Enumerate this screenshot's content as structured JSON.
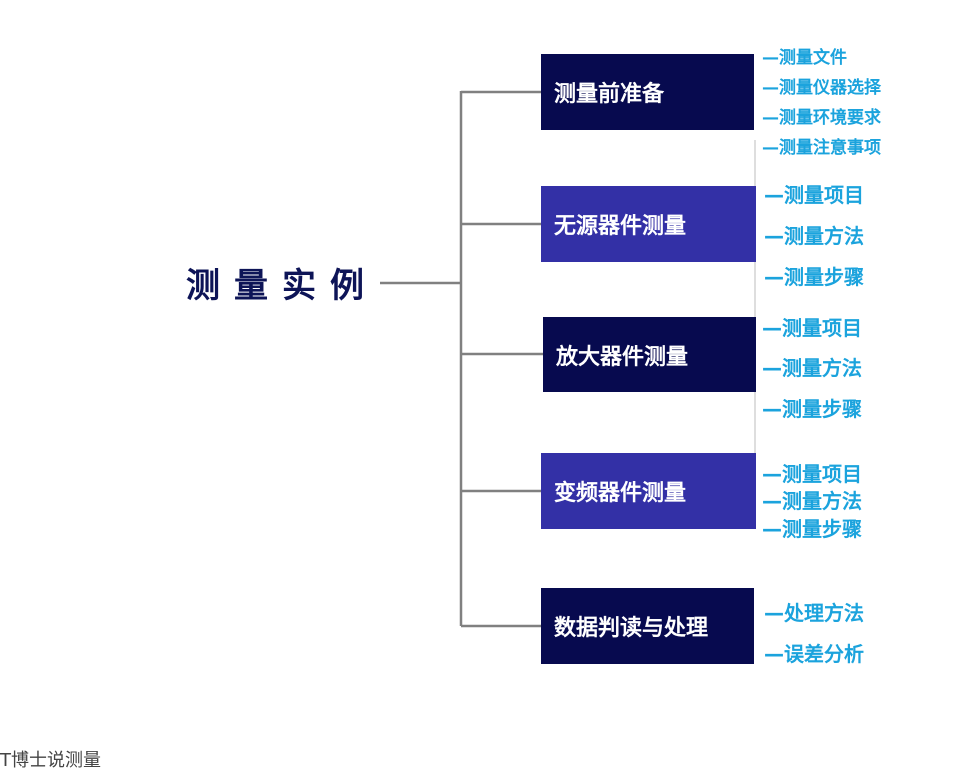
{
  "root": "测量实例",
  "branches": [
    {
      "label": "测量前准备",
      "children": [
        "—测量文件",
        "—测量仪器选择",
        "—测量环境要求",
        "—测量注意事项"
      ]
    },
    {
      "label": "无源器件测量",
      "children": [
        "—测量项目",
        "—测量方法",
        "—测量步骤"
      ]
    },
    {
      "label": "放大器件测量",
      "children": [
        "—测量项目",
        "—测量方法",
        "—测量步骤"
      ]
    },
    {
      "label": "变频器件测量",
      "children": [
        "—测量项目",
        "—测量方法",
        "—测量步骤"
      ]
    },
    {
      "label": "数据判读与处理",
      "children": [
        "—处理方法",
        "—误差分析"
      ]
    }
  ],
  "watermark": "T博士说测量",
  "colors": {
    "dark_box": "#070a4f",
    "medium_box": "#3330a6",
    "root_text": "#0d1457",
    "sub_text": "#1ba3dd",
    "connector": "#808080"
  }
}
